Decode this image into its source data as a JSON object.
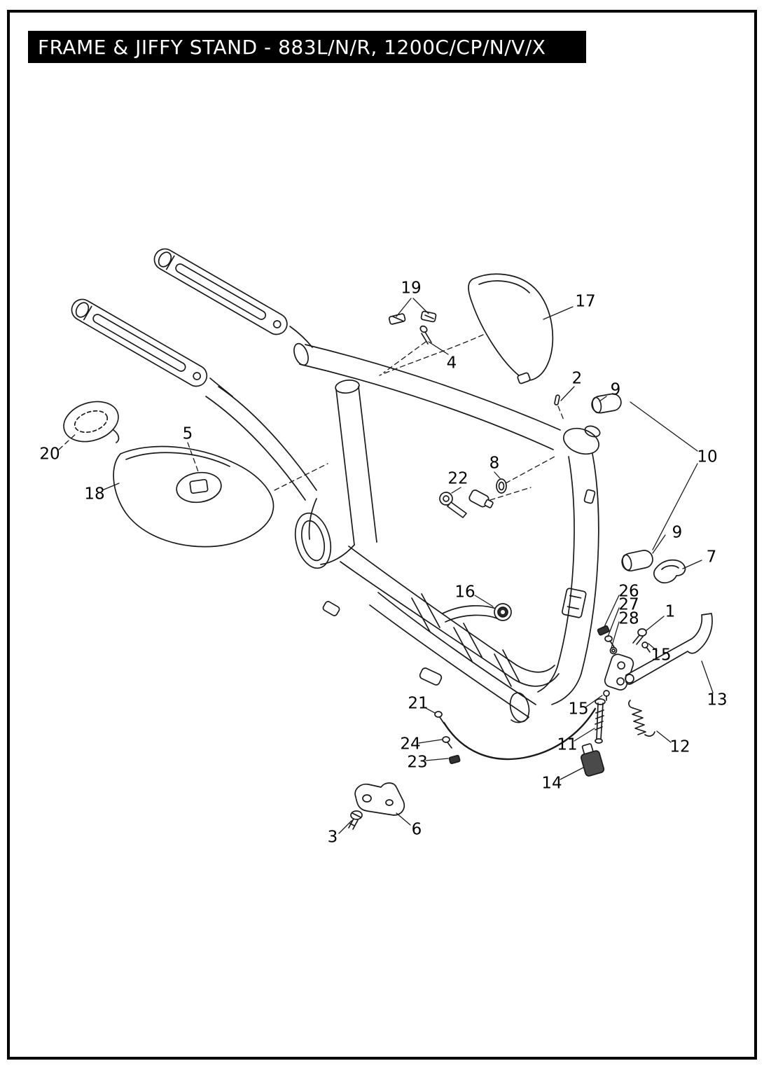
{
  "page": {
    "title": "FRAME & JIFFY STAND - 883L/N/R, 1200C/CP/N/V/X"
  },
  "colors": {
    "title_bar_bg": "#000000",
    "title_bar_text": "#ffffff",
    "line": "#1a1a1a",
    "paper": "#ffffff"
  },
  "callouts": [
    {
      "label": "19"
    },
    {
      "label": "17"
    },
    {
      "label": "4"
    },
    {
      "label": "2"
    },
    {
      "label": "9"
    },
    {
      "label": "10"
    },
    {
      "label": "20"
    },
    {
      "label": "5"
    },
    {
      "label": "18"
    },
    {
      "label": "8"
    },
    {
      "label": "22"
    },
    {
      "label": "9"
    },
    {
      "label": "7"
    },
    {
      "label": "16"
    },
    {
      "label": "26"
    },
    {
      "label": "27"
    },
    {
      "label": "28"
    },
    {
      "label": "1"
    },
    {
      "label": "15"
    },
    {
      "label": "13"
    },
    {
      "label": "21"
    },
    {
      "label": "15"
    },
    {
      "label": "12"
    },
    {
      "label": "24"
    },
    {
      "label": "11"
    },
    {
      "label": "23"
    },
    {
      "label": "14"
    },
    {
      "label": "3"
    },
    {
      "label": "6"
    }
  ]
}
